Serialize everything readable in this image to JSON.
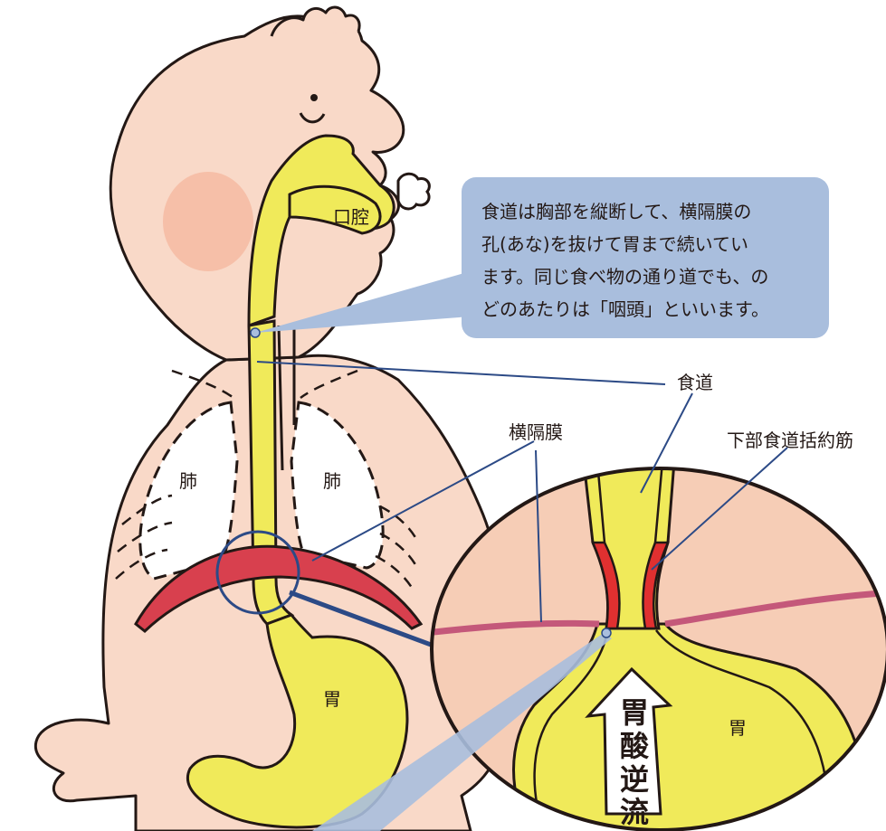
{
  "callout": {
    "lines": [
      "食道は胸部を縦断して、横隔膜の",
      "孔(あな)を抜けて胃まで続いてい",
      "ます。同じ食べ物の通り道でも、の",
      "どのあたりは「咽頭」といいます。"
    ]
  },
  "labels": {
    "oral_cavity": "口腔",
    "lung_left": "肺",
    "lung_right": "肺",
    "stomach_body": "胃",
    "esophagus": "食道",
    "diaphragm": "横隔膜",
    "les": "下部食道括約筋",
    "stomach_zoom": "胃",
    "acid_reflux": [
      "胃",
      "酸",
      "逆",
      "流"
    ]
  },
  "colors": {
    "skin": "#f6cdb6",
    "esophagus_yellow": "#f0ea5a",
    "diaphragm_red": "#d8404e",
    "sphincter_red": "#e03030",
    "callout_bg": "#a9bedd",
    "leader_line": "#2c4a86"
  }
}
